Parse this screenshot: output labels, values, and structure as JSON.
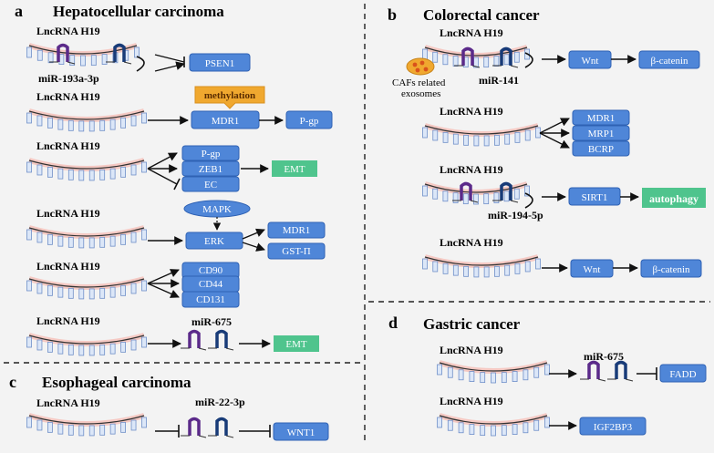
{
  "panels": {
    "a": {
      "letter": "a",
      "title": "Hepatocellular carcinoma"
    },
    "b": {
      "letter": "b",
      "title": "Colorectal cancer"
    },
    "c": {
      "letter": "c",
      "title": "Esophageal carcinoma"
    },
    "d": {
      "letter": "d",
      "title": "Gastric cancer"
    }
  },
  "rna_label": "LncRNA H19",
  "labels": {
    "mir193": "miR-193a-3p",
    "methylation": "methylation",
    "mapk": "MAPK",
    "mir675": "miR-675",
    "mir22": "miR-22-3p",
    "cafs": "CAFs related exosomes",
    "mir141": "miR-141",
    "mir194": "miR-194-5p"
  },
  "boxes": {
    "psen1": "PSEN1",
    "mdr1": "MDR1",
    "pgp": "P-gp",
    "pgp2": "P-gp",
    "zeb1": "ZEB1",
    "ec": "EC",
    "emt1": "EMT",
    "erk": "ERK",
    "mdr1b": "MDR1",
    "gst": "GST-Π",
    "cd90": "CD90",
    "cd44": "CD44",
    "cd131": "CD131",
    "emt2": "EMT",
    "wnt1": "WNT1",
    "wnt_b1": "Wnt",
    "bcat1": "β-catenin",
    "mdr1c": "MDR1",
    "mrp1": "MRP1",
    "bcrp": "BCRP",
    "sirt1": "SIRT1",
    "autophagy": "autophagy",
    "wnt_b2": "Wnt",
    "bcat2": "β-catenin",
    "fadd": "FADD",
    "igf2bp3": "IGF2BP3"
  },
  "colors": {
    "box_blue": "#4f86d8",
    "box_stroke": "#2f62b4",
    "green": "#4fc48d",
    "orange": "#f0a82f",
    "rna_stroke": "#6f8fc8",
    "rna_fill": "#dce7f8",
    "glow": "#f6a59b",
    "purple": "#5b2a8a",
    "navy": "#183b78"
  }
}
